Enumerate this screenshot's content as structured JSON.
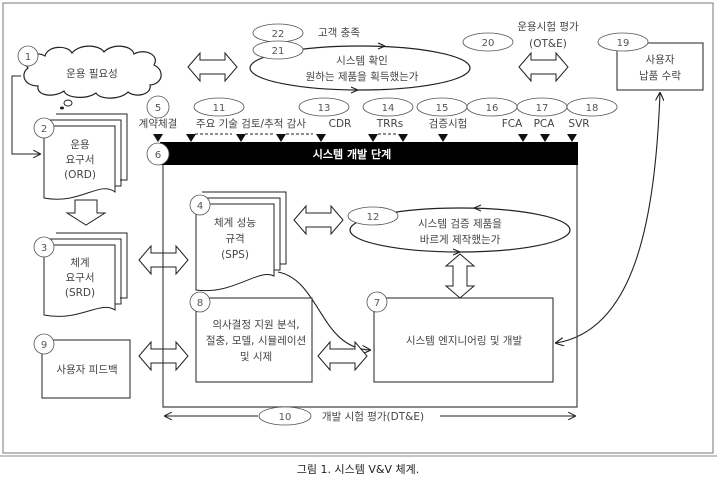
{
  "caption": "그림 1. 시스템 V&V 체계.",
  "nodes": {
    "n1": {
      "num": "1",
      "label": "운용 필요성"
    },
    "n2": {
      "num": "2",
      "lines": [
        "운용",
        "요구서",
        "(ORD)"
      ]
    },
    "n3": {
      "num": "3",
      "lines": [
        "체계",
        "요구서",
        "(SRD)"
      ]
    },
    "n4": {
      "num": "4",
      "lines": [
        "체계 성능",
        "규격",
        "(SPS)"
      ]
    },
    "n5": {
      "num": "5",
      "label": "계약체결"
    },
    "n6": {
      "num": "6",
      "label": "시스템 개발 단계"
    },
    "n7": {
      "num": "7",
      "label": "시스템 엔지니어링 및 개발"
    },
    "n8": {
      "num": "8",
      "lines": [
        "의사결정 지원 분석,",
        "절충, 모델, 시뮬레이션",
        "및 시제"
      ]
    },
    "n9": {
      "num": "9",
      "label": "사용자 피드백"
    },
    "n10": {
      "num": "10",
      "label": "개발 시험 평가(DT&E)"
    },
    "n11": {
      "num": "11",
      "label": "주요 기술 검토/추적 감사"
    },
    "n12": {
      "num": "12",
      "lines": [
        "시스템 검증 제품을",
        "바르게 제작했는가"
      ]
    },
    "n13": {
      "num": "13",
      "label": "CDR"
    },
    "n14": {
      "num": "14",
      "label": "TRRs"
    },
    "n15": {
      "num": "15",
      "label": "검증시험"
    },
    "n16": {
      "num": "16",
      "label": "FCA"
    },
    "n17": {
      "num": "17",
      "label": "PCA"
    },
    "n18": {
      "num": "18",
      "label": "SVR"
    },
    "n19": {
      "num": "19",
      "lines": [
        "사용자",
        "납품 수락"
      ]
    },
    "n20": {
      "num": "20",
      "lines": [
        "운용시험 평가",
        "(OT&E)"
      ]
    },
    "n21": {
      "num": "21",
      "lines": [
        "시스템 확인",
        "원하는 제품을 획득했는가"
      ]
    },
    "n22": {
      "num": "22",
      "label": "고객 충족"
    }
  }
}
